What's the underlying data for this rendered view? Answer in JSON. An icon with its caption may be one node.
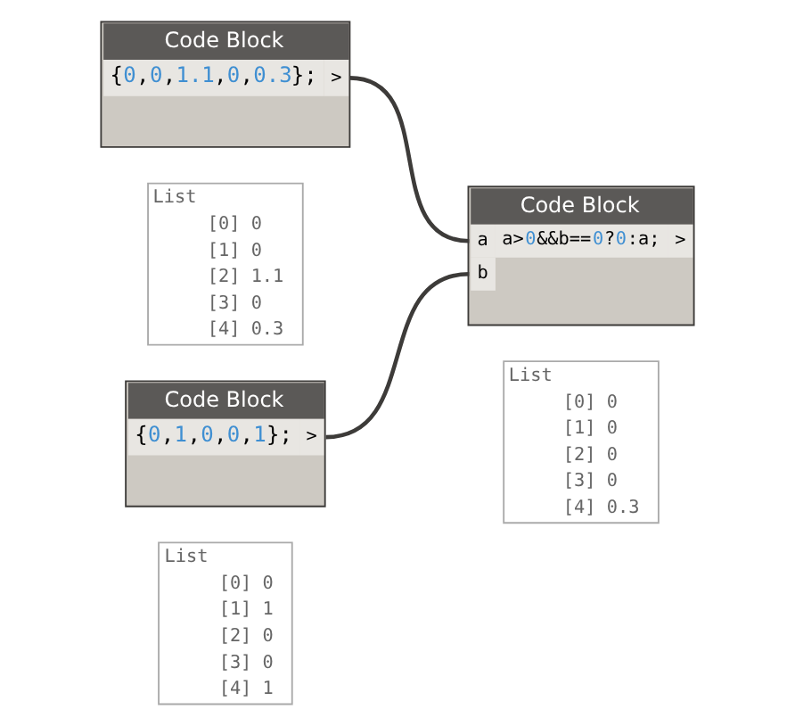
{
  "diagram": {
    "nodes": [
      {
        "text": [
          "Code Block",
          "{0,0,1.1,0,0.3};",
          ">"
        ]
      },
      {
        "text": [
          "List",
          "[0] 0",
          "[1] 0",
          "[2] 1.1",
          "[3] 0",
          "[4] 0.3"
        ]
      },
      {
        "text": [
          "Code Block",
          "a",
          "a>0&&b==0?0:a;",
          ">",
          "b"
        ]
      },
      {
        "text": [
          "List",
          "[0] 0",
          "[1] 0",
          "[2] 0",
          "[3] 0",
          "[4] 0.3"
        ]
      },
      {
        "text": [
          "Code Block",
          "{0,1,0,0,1};",
          ">"
        ]
      },
      {
        "text": [
          "List",
          "[0] 0",
          "[1] 1",
          "[2] 0",
          "[3] 0",
          "[4] 1"
        ]
      }
    ],
    "edges": [
      {
        "from": 0,
        "to": 2,
        "arrow": "none"
      },
      {
        "from": 4,
        "to": 2,
        "arrow": "none"
      }
    ]
  }
}
